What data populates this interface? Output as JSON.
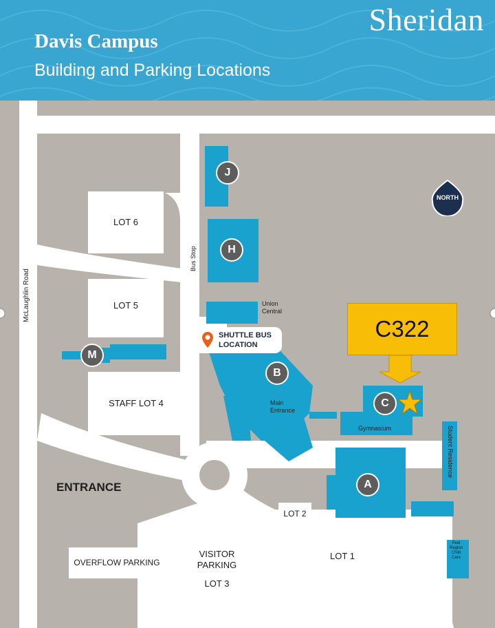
{
  "header": {
    "brand": "Sheridan",
    "title": "Davis Campus",
    "subtitle": "Building and Parking Locations"
  },
  "colors": {
    "header_bg": "#38a6d0",
    "ground": "#b8b2ac",
    "road": "#ffffff",
    "building": "#1aa2cf",
    "badge": "#5d5d5d",
    "callout": "#f7bd07",
    "star": "#f7bd07",
    "north_badge": "#1d2f4e",
    "shuttle_pin": "#e8611a"
  },
  "map": {
    "road_label": "McLaughlin Road",
    "bus_stop": "Bus Stop",
    "north": "NORTH",
    "entrance": "ENTRANCE",
    "shuttle": {
      "line1": "SHUTTLE BUS",
      "line2": "LOCATION",
      "icon": "map-pin-icon"
    },
    "callout": {
      "room": "C322",
      "icon": "star-icon"
    },
    "buildings": [
      "J",
      "H",
      "B",
      "M",
      "C",
      "A"
    ],
    "area_labels": {
      "union_central": [
        "Union",
        "Central"
      ],
      "main_entrance": [
        "Main",
        "Entrance"
      ],
      "gymnasium": "Gymnasium",
      "student_residence": "Student Residence",
      "peel_region": [
        "Peel",
        "Region",
        "Child",
        "Care"
      ]
    },
    "lots": {
      "lot6": "LOT 6",
      "lot5": "LOT 5",
      "staff_lot4": "STAFF LOT 4",
      "lot2": "LOT 2",
      "lot1": "LOT 1",
      "visitor_parking": [
        "VISITOR",
        "PARKING"
      ],
      "lot3": "LOT 3",
      "overflow": "OVERFLOW PARKING"
    }
  }
}
